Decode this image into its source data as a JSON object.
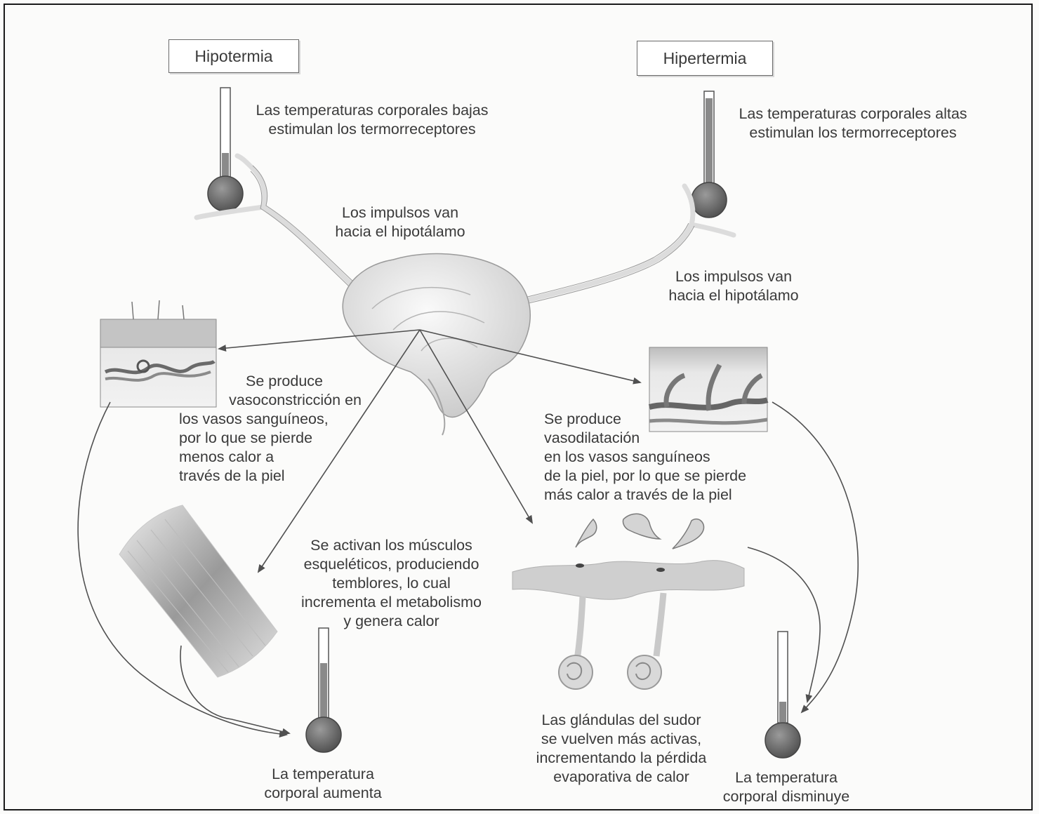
{
  "hypothermia": {
    "title": "Hipotermia",
    "stimulus": [
      "Las temperaturas corporales bajas",
      "estimulan los termorreceptores"
    ],
    "impulses": [
      "Los impulsos van",
      "hacia el hipotálamo"
    ],
    "vasoconstriction": [
      "Se produce",
      "vasoconstricción en",
      "los vasos sanguíneos,",
      "por lo que se pierde",
      "menos calor a",
      "través de la piel"
    ],
    "muscles": [
      "Se activan los músculos",
      "esqueléticos, produciendo",
      "temblores, lo cual",
      "incrementa el metabolismo",
      "y genera calor"
    ],
    "result": [
      "La temperatura",
      "corporal aumenta"
    ]
  },
  "hyperthermia": {
    "title": "Hipertermia",
    "stimulus": [
      "Las temperaturas corporales altas",
      "estimulan los termorreceptores"
    ],
    "impulses": [
      "Los impulsos van",
      "hacia el hipotálamo"
    ],
    "vasodilation": [
      "Se produce",
      "vasodilatación",
      "en los vasos sanguíneos",
      "de la piel, por lo que se pierde",
      "más calor a través de la piel"
    ],
    "sweat": [
      "Las glándulas del sudor",
      "se vuelven más activas,",
      "incrementando la pérdida",
      "evaporativa de calor"
    ],
    "result": [
      "La temperatura",
      "corporal disminuye"
    ]
  },
  "colors": {
    "line": "#5a5a5a",
    "mercury": "#8a8a8a",
    "bulb": "#6f6f6f",
    "nerve": "#e4e4e4"
  }
}
